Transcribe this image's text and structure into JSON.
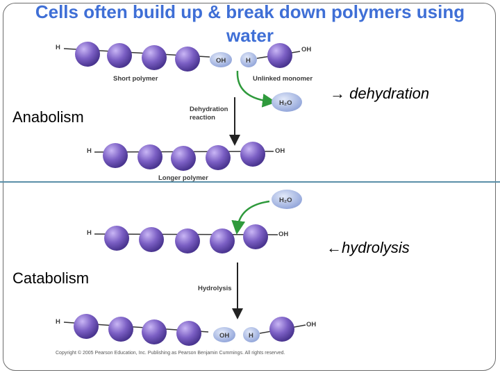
{
  "title": {
    "line1": "Cells often build up & break down polymers using",
    "line2": "water"
  },
  "side_labels": {
    "anabolism": "Anabolism",
    "catabolism": "Catabolism"
  },
  "process_labels": {
    "dehydration": "→ dehydration",
    "hydrolysis": "←hydrolysis"
  },
  "diagram": {
    "h": "H",
    "oh": "OH",
    "h2o": "H₂O",
    "short_polymer": "Short polymer",
    "unlinked_monomer": "Unlinked monomer",
    "dehydration_reaction_1": "Dehydration",
    "dehydration_reaction_2": "reaction",
    "longer_polymer": "Longer polymer",
    "hydrolysis": "Hydrolysis",
    "copyright": "Copyright © 2005 Pearson Education, Inc. Publishing as Pearson Benjamin Cummings. All rights reserved."
  },
  "colors": {
    "title": "#3f6fd6",
    "monomer": "#7b5fc4",
    "tag": "#a9b9e6",
    "arrow_green": "#2f9a3c",
    "divider": "#5a8fa8"
  }
}
